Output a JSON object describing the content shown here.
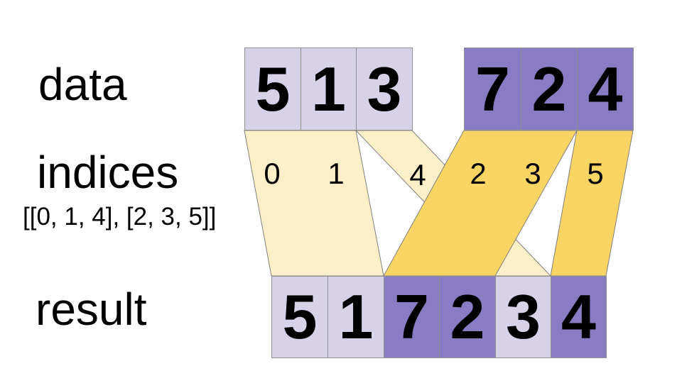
{
  "diagram": {
    "labels": {
      "data": "data",
      "indices": "indices",
      "indices_value": "[[0, 1, 4], [2, 3, 5]]",
      "result": "result"
    },
    "cells": {
      "data_group_1": [
        "5",
        "1",
        "3"
      ],
      "data_group_2": [
        "7",
        "2",
        "4"
      ],
      "indices": [
        "0",
        "1",
        "4",
        "2",
        "3",
        "5"
      ],
      "result": [
        "5",
        "1",
        "7",
        "2",
        "3",
        "4"
      ]
    },
    "result_tones": [
      "light",
      "light",
      "dark",
      "dark",
      "light",
      "dark"
    ],
    "colors": {
      "group1_cell": "#d8d2e8",
      "group2_cell": "#8a7cc4",
      "group1_band": "#fdf0c8",
      "group2_band": "#fbd564",
      "cell_border": "#8f8f8f",
      "band_border": "#7f7f7f",
      "text": "#000000",
      "background": "#ffffff"
    }
  }
}
